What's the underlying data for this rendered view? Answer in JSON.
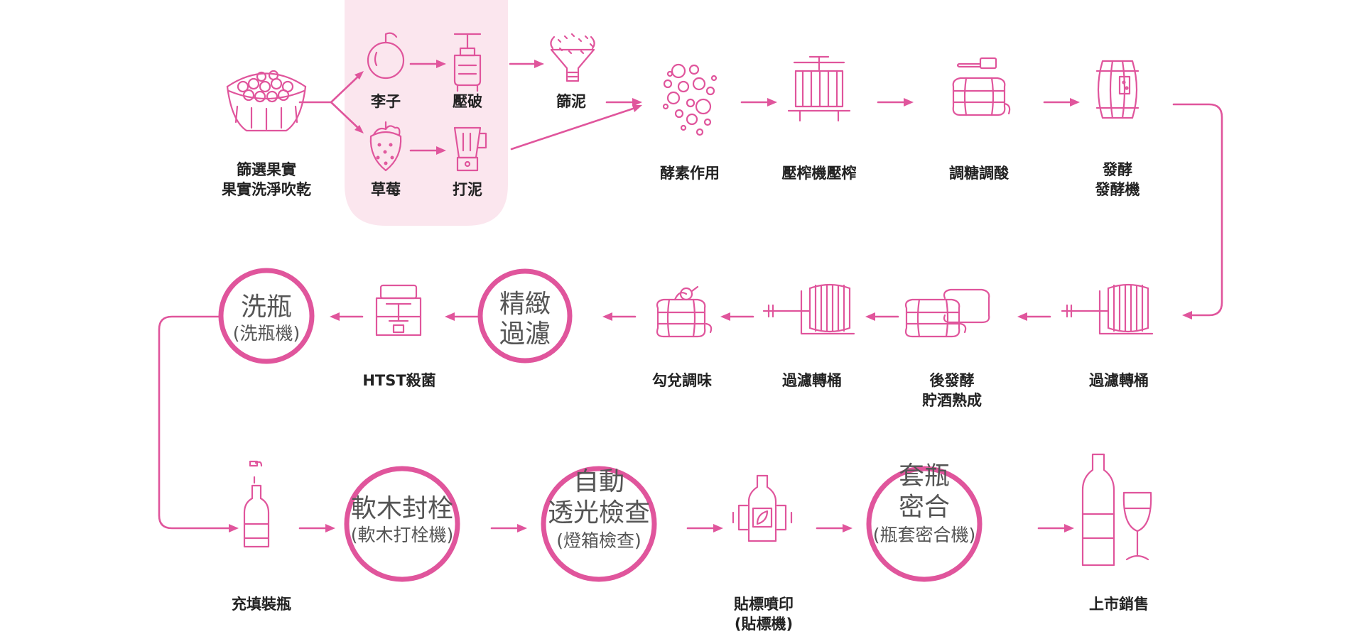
{
  "colors": {
    "accent": "#e0559c",
    "highlight_band": "#fbe6ee",
    "label": "#222222",
    "ring_text": "#555555"
  },
  "row1": {
    "select_wash": [
      "篩選果實",
      "果實洗淨吹乾"
    ],
    "plum": "李子",
    "crush": "壓破",
    "sieve": "篩泥",
    "strawberry": "草莓",
    "puree": "打泥",
    "enzyme": "酵素作用",
    "press": "壓榨機壓榨",
    "sugar_acid": "調糖調酸",
    "ferment": [
      "發酵",
      "發酵機"
    ]
  },
  "row2": {
    "filter_tank_1": "過濾轉桶",
    "post_ferment": [
      "後發酵",
      "貯酒熟成"
    ],
    "filter_tank_2": "過濾轉桶",
    "blend": "勾兌調味",
    "fine_filter": [
      "精緻",
      "過濾"
    ],
    "htst": "HTST殺菌",
    "wash_bottle": [
      "洗瓶",
      "(洗瓶機)"
    ]
  },
  "row3": {
    "fill": "充填裝瓶",
    "cork": [
      "軟木封栓",
      "(軟木打栓機)"
    ],
    "inspect": [
      "自動",
      "透光檢查",
      "(燈箱檢查)"
    ],
    "label": [
      "貼標噴印",
      "(貼標機)"
    ],
    "sleeve": [
      "套瓶",
      "密合",
      "(瓶套密合機)"
    ],
    "sale": "上市銷售"
  }
}
